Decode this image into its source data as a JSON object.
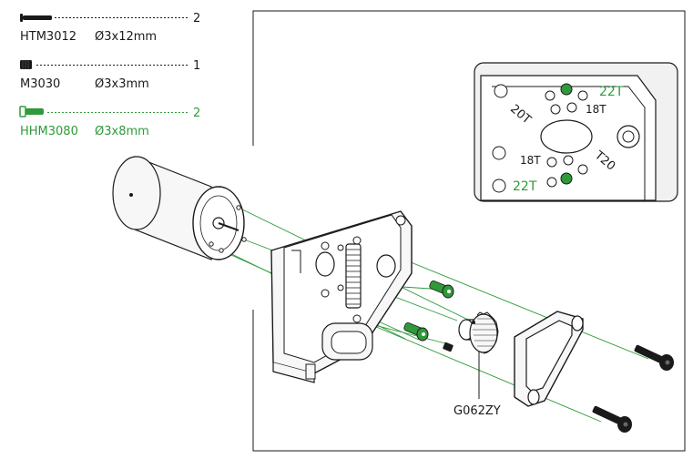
{
  "colors": {
    "ink": "#1a1a1a",
    "accent_green": "#2f9a3a",
    "line_gray": "#888888",
    "part_gray": "#f7f7f7",
    "inset_bg": "#f1f1f1"
  },
  "hardware_list": [
    {
      "part": "HTM3012",
      "size": "Ø3x12mm",
      "qty": "2",
      "color": "#1a1a1a",
      "icon": "long-screw-icon"
    },
    {
      "part": "M3030",
      "size": "Ø3x3mm",
      "qty": "1",
      "color": "#1a1a1a",
      "icon": "set-screw-icon"
    },
    {
      "part": "HHM3080",
      "size": "Ø3x8mm",
      "qty": "2",
      "color": "#2f9a3a",
      "icon": "hex-screw-icon"
    }
  ],
  "inset": {
    "labels": [
      "22T",
      "20T",
      "18T",
      "18T",
      "T20",
      "22T"
    ]
  },
  "callouts": {
    "pinion": "G062ZY"
  }
}
